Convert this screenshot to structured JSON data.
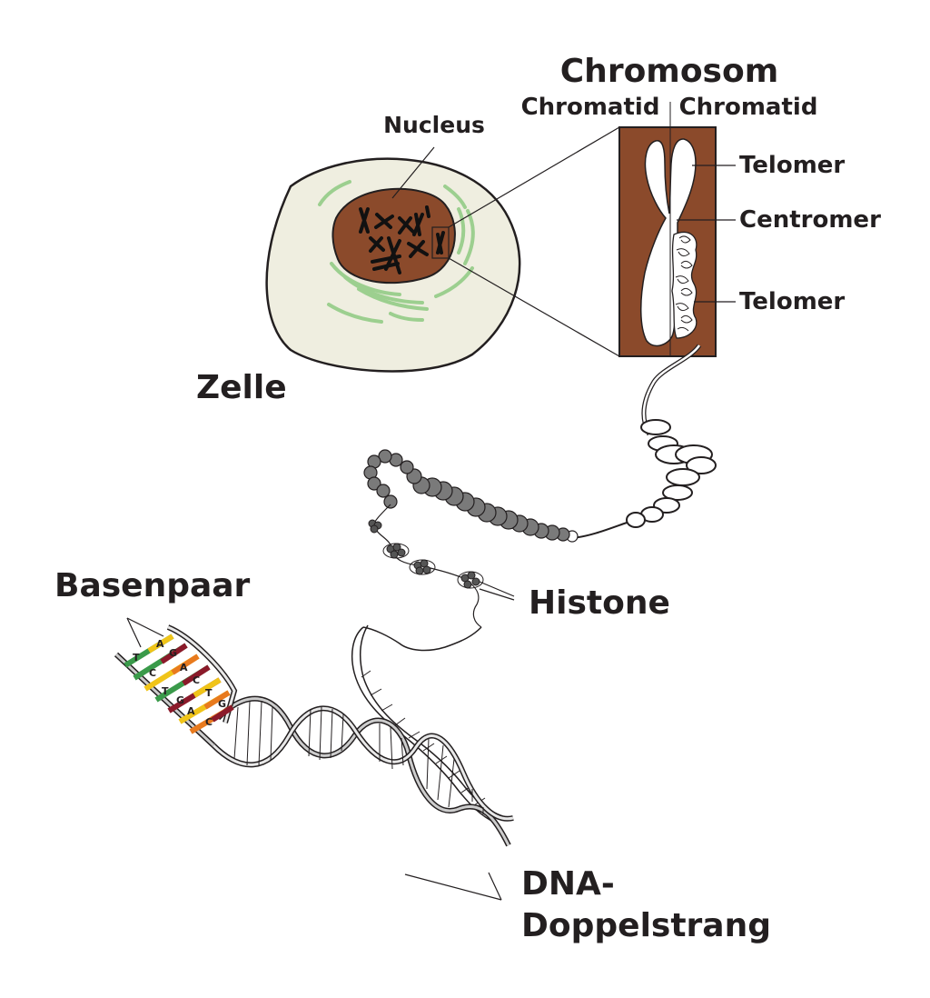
{
  "labels": {
    "chromosome": "Chromosom",
    "chromatid_left": "Chromatid",
    "chromatid_right": "Chromatid",
    "nucleus": "Nucleus",
    "telomere_top": "Telomer",
    "centromere": "Centromer",
    "telomere_bottom": "Telomer",
    "cell": "Zelle",
    "histones": "Histone",
    "base_pair": "Basenpaar",
    "dna_line1": "DNA-",
    "dna_line2": "Doppelstrang"
  },
  "base_letters": {
    "l1": "T",
    "l2": "C",
    "l3": "T",
    "l4": "G",
    "l5": "A",
    "r1": "A",
    "r2": "G",
    "r3": "A",
    "r4": "C",
    "r5": "T",
    "r6": "G",
    "r7": "C"
  },
  "colors": {
    "nucleus": "#8b4a2b",
    "chromosome_box": "#8b4a2b",
    "cell_fill": "#efeee0",
    "organelle": "#9ccf8f",
    "ink": "#231f20",
    "bp_green": "#3a9a4a",
    "bp_yellow": "#f0c419",
    "bp_orange": "#e87a1e",
    "bp_red": "#8b1a2a"
  }
}
